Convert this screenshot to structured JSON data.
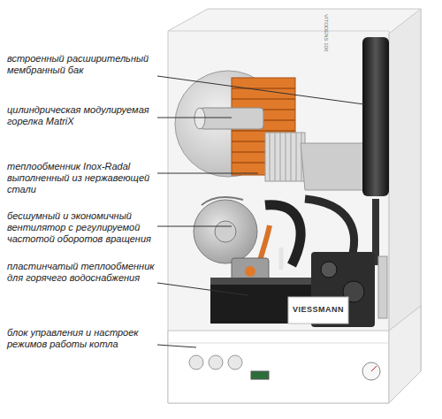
{
  "diagram": {
    "labels": [
      "встроенный расширительный мембранный бак",
      "цилиндрическая модулируемая горелка MatriX",
      "теплообменник Inox-Radal выполненный из нержавеющей стали",
      "бесшумный и экономичный вентилятор с регулируемой частотой оборотов вращения",
      "пластинчатый теплообменник для горячего водоснабжения",
      "блок управления и настроек режимов работы котла",
      "VIESSMANN",
      "VITODENS 100"
    ]
  }
}
